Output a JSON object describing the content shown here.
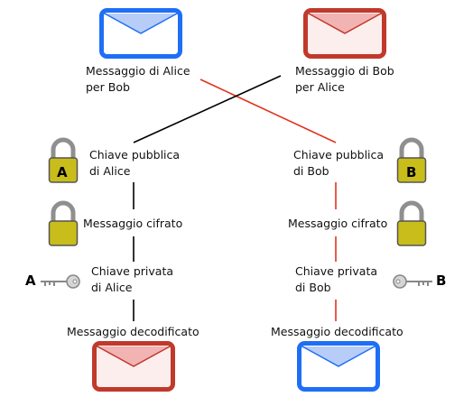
{
  "colors": {
    "alice": "#c0392b",
    "bob": "#1e6ff5",
    "alice_line": "#e0341f",
    "bob_line": "#000000",
    "lock_body": "#c8bd1a",
    "lock_shackle": "#9a9a9a"
  },
  "top": {
    "alice_message": "Messaggio di Alice\nper Bob",
    "bob_message": "Messaggio di Bob\nper Alice"
  },
  "left": {
    "public_key": "Chiave pubblica\ndi Alice",
    "public_key_letter": "A",
    "encrypted": "Messaggio cifrato",
    "private_key": "Chiave privata\ndi Alice",
    "private_key_letter": "A",
    "decrypted": "Messaggio decodificato"
  },
  "right": {
    "public_key": "Chiave pubblica\ndi Bob",
    "public_key_letter": "B",
    "encrypted": "Messaggio cifrato",
    "private_key": "Chiave privata\ndi Bob",
    "private_key_letter": "B",
    "decrypted": "Messaggio decodificato"
  },
  "icons": {
    "envelope": "envelope-icon",
    "lock": "padlock-icon",
    "key": "key-icon"
  }
}
